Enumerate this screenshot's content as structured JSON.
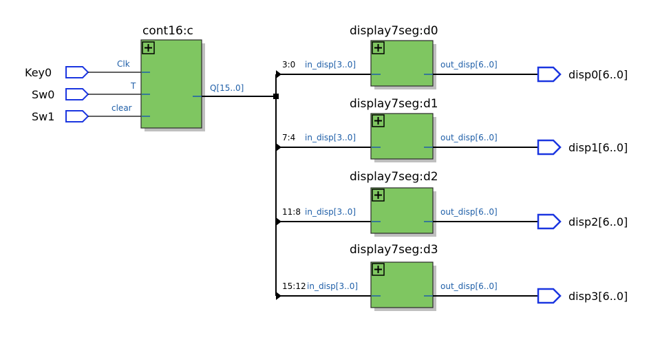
{
  "counter": {
    "name": "cont16:c",
    "ports_in": [
      "Clk",
      "T",
      "clear"
    ],
    "port_out": "Q[15..0]",
    "expand_glyph": "+"
  },
  "inputs": [
    "Key0",
    "Sw0",
    "Sw1"
  ],
  "displays": [
    {
      "name": "display7seg:d0",
      "slice": "3:0",
      "in_port": "in_disp[3..0]",
      "out_port": "out_disp[6..0]",
      "output": "disp0[6..0]"
    },
    {
      "name": "display7seg:d1",
      "slice": "7:4",
      "in_port": "in_disp[3..0]",
      "out_port": "out_disp[6..0]",
      "output": "disp1[6..0]"
    },
    {
      "name": "display7seg:d2",
      "slice": "11:8",
      "in_port": "in_disp[3..0]",
      "out_port": "out_disp[6..0]",
      "output": "disp2[6..0]"
    },
    {
      "name": "display7seg:d3",
      "slice": "15:12",
      "in_port": "in_disp[3..0]",
      "out_port": "out_disp[6..0]",
      "output": "disp3[6..0]"
    }
  ],
  "colors": {
    "block_fill": "#7fc661",
    "block_border": "#2a2a2a",
    "pin_blue": "#1f5fa8",
    "io_blue": "#1a35e0",
    "shadow": "#bfbfbf"
  }
}
